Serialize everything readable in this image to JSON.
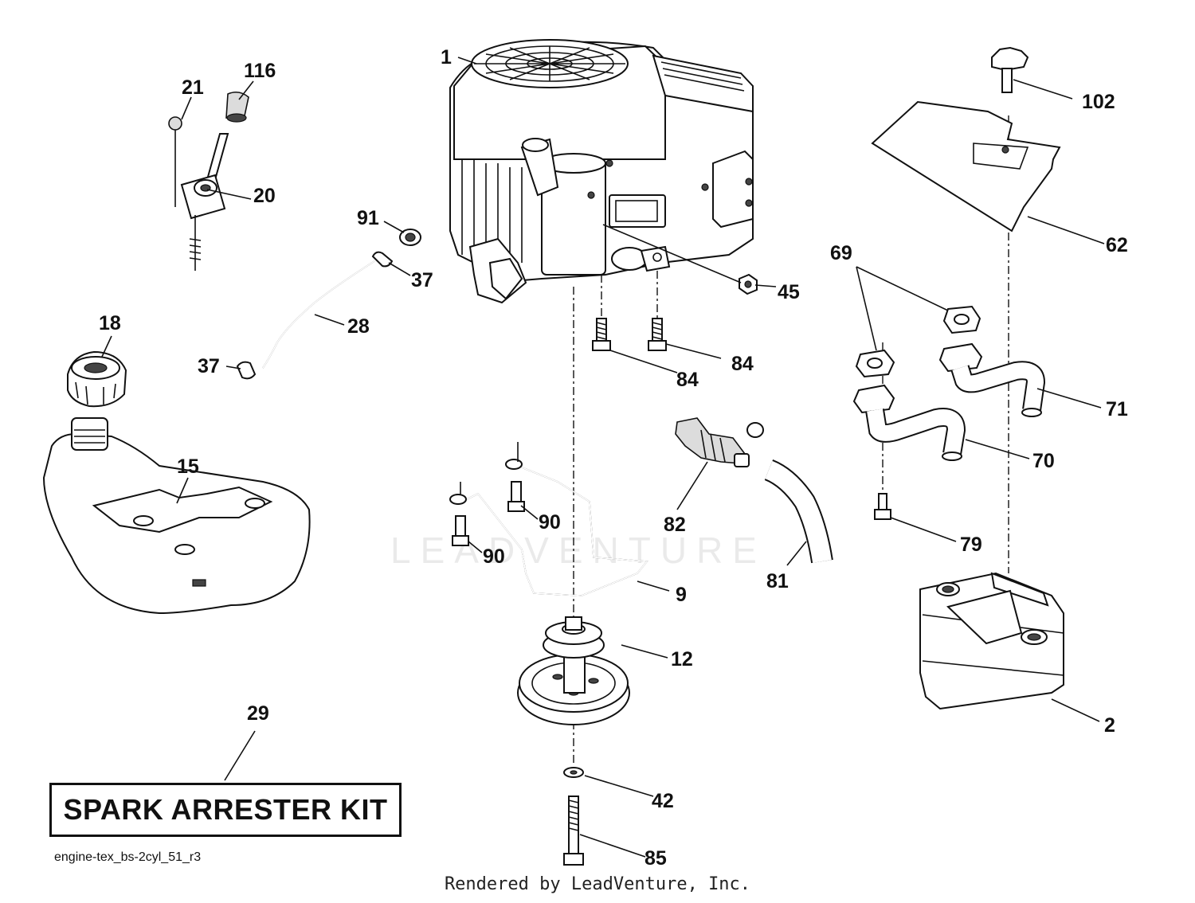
{
  "kit_label": "SPARK ARRESTER KIT",
  "drawing_id": "engine-tex_bs-2cyl_51_r3",
  "footer": "Rendered by LeadVenture, Inc.",
  "watermark": "LEADVENTURE",
  "callouts": {
    "c1": "1",
    "c2": "2",
    "c9": "9",
    "c12": "12",
    "c15": "15",
    "c18": "18",
    "c20": "20",
    "c21": "21",
    "c28": "28",
    "c29": "29",
    "c37a": "37",
    "c37b": "37",
    "c42": "42",
    "c45": "45",
    "c62": "62",
    "c69": "69",
    "c70": "70",
    "c71": "71",
    "c79": "79",
    "c81": "81",
    "c82": "82",
    "c84a": "84",
    "c84b": "84",
    "c85": "85",
    "c90a": "90",
    "c90b": "90",
    "c91": "91",
    "c102": "102",
    "c116": "116"
  }
}
